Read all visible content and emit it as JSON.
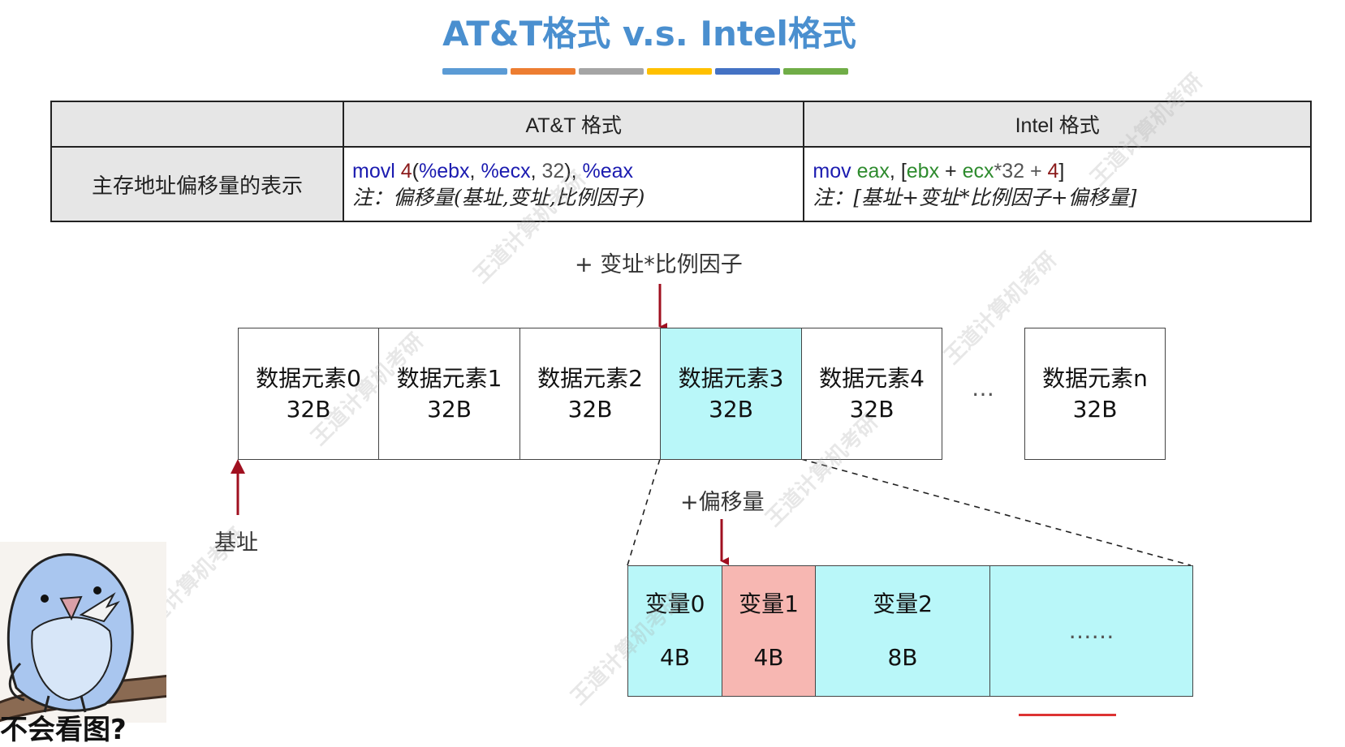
{
  "title": "AT&T格式 v.s. Intel格式",
  "accent_bar_colors": [
    "#5b9bd5",
    "#ed7d31",
    "#a5a5a5",
    "#ffc000",
    "#4472c4",
    "#70ad47"
  ],
  "table": {
    "header_att": "AT&T 格式",
    "header_intel": "Intel 格式",
    "row_label": "主存地址偏移量的表示",
    "att_code": {
      "op": "movl",
      "disp": "4",
      "p1": "(",
      "base": "%ebx",
      "c1": ", ",
      "idx": "%ecx",
      "c2": ", ",
      "scale": "32",
      "p2": "), ",
      "dst": "%eax"
    },
    "att_note": "注：偏移量(基址,变址,比例因子)",
    "intel_code": {
      "op": "mov",
      "sp": " ",
      "dst": "eax",
      "c1": ", [",
      "base": "ebx",
      "plus1": " + ",
      "idx": "ecx",
      "mul": "*32 + ",
      "disp": "4",
      "close": "]"
    },
    "intel_note": "注：[基址+变址*比例因子+偏移量]"
  },
  "diagram": {
    "index_label": "+ 变址*比例因子",
    "base_label": "基址",
    "offset_label": "+偏移量",
    "ellipsis": "…",
    "elements": [
      {
        "name": "数据元素0",
        "size": "32B"
      },
      {
        "name": "数据元素1",
        "size": "32B"
      },
      {
        "name": "数据元素2",
        "size": "32B"
      },
      {
        "name": "数据元素3",
        "size": "32B"
      },
      {
        "name": "数据元素4",
        "size": "32B"
      },
      {
        "name": "数据元素n",
        "size": "32B"
      }
    ],
    "variables": [
      {
        "name": "变量0",
        "size": "4B"
      },
      {
        "name": "变量1",
        "size": "4B"
      },
      {
        "name": "变量2",
        "size": "8B"
      },
      {
        "name": "……",
        "size": ""
      }
    ],
    "highlight_color": "#b9f7f9",
    "pink_color": "#f7b7b2",
    "arrow_color": "#a01020"
  },
  "watermark": "王道计算机考研",
  "sticker_caption": "不会看图?"
}
